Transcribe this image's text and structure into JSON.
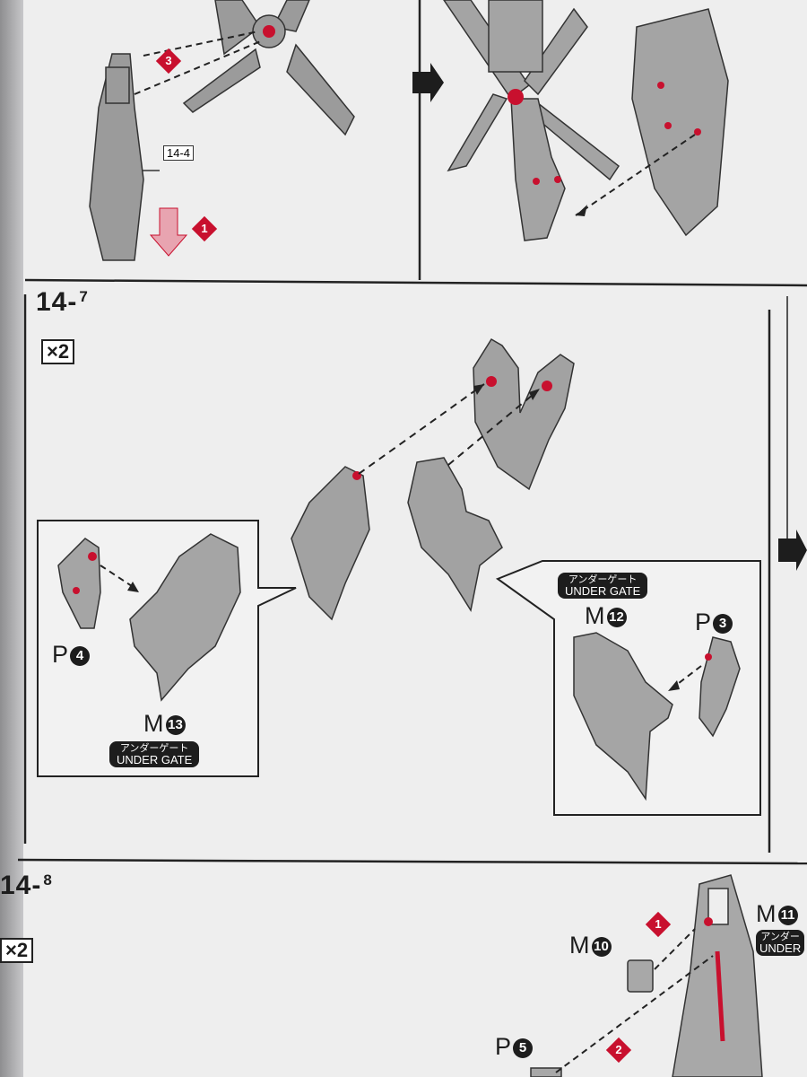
{
  "steps": {
    "top": {
      "partref": "14-4",
      "arrow1": "1",
      "arrow3": "3"
    },
    "s7": {
      "main": "14",
      "sub": "7",
      "qty": "×2",
      "left": {
        "part_p": "P",
        "part_p_num": "4",
        "part_m": "M",
        "part_m_num": "13",
        "gate_jp": "アンダーゲート",
        "gate_en": "UNDER GATE"
      },
      "right": {
        "part_p": "P",
        "part_p_num": "3",
        "part_m": "M",
        "part_m_num": "12",
        "gate_jp": "アンダーゲート",
        "gate_en": "UNDER GATE"
      }
    },
    "s8": {
      "main": "14",
      "sub": "8",
      "qty": "×2",
      "m10": "M",
      "m10_num": "10",
      "m11": "M",
      "m11_num": "11",
      "gate_jp": "アンダー",
      "gate_en": "UNDER",
      "p5": "P",
      "p5_num": "5",
      "arrow1": "1",
      "arrow2": "2"
    }
  },
  "colors": {
    "accent_red": "#c8102e",
    "part_grey": "#9a9a9a",
    "line": "#222222"
  }
}
